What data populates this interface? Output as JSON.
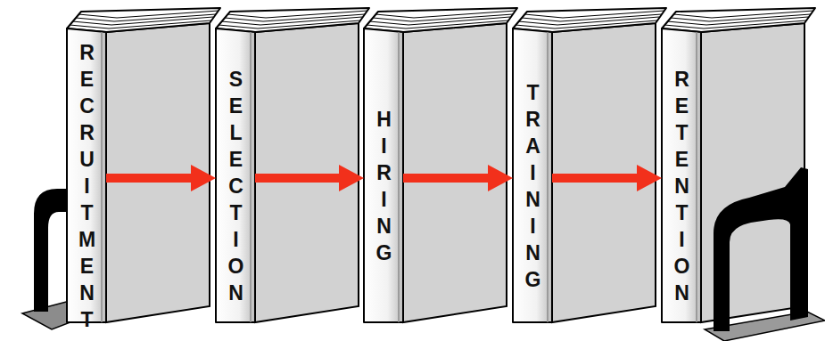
{
  "diagram": {
    "nodes": [
      {
        "text": [
          "RECRUITMENT"
        ]
      },
      {
        "text": [
          "SELECTION"
        ]
      },
      {
        "text": [
          "HIRING"
        ]
      },
      {
        "text": [
          "TRAINING"
        ]
      },
      {
        "text": [
          "RETENTION"
        ]
      }
    ],
    "edges": [
      {
        "from": 0,
        "to": 1,
        "arrow": "to"
      },
      {
        "from": 1,
        "to": 2,
        "arrow": "to"
      },
      {
        "from": 2,
        "to": 3,
        "arrow": "to"
      },
      {
        "from": 3,
        "to": 4,
        "arrow": "to"
      }
    ]
  }
}
